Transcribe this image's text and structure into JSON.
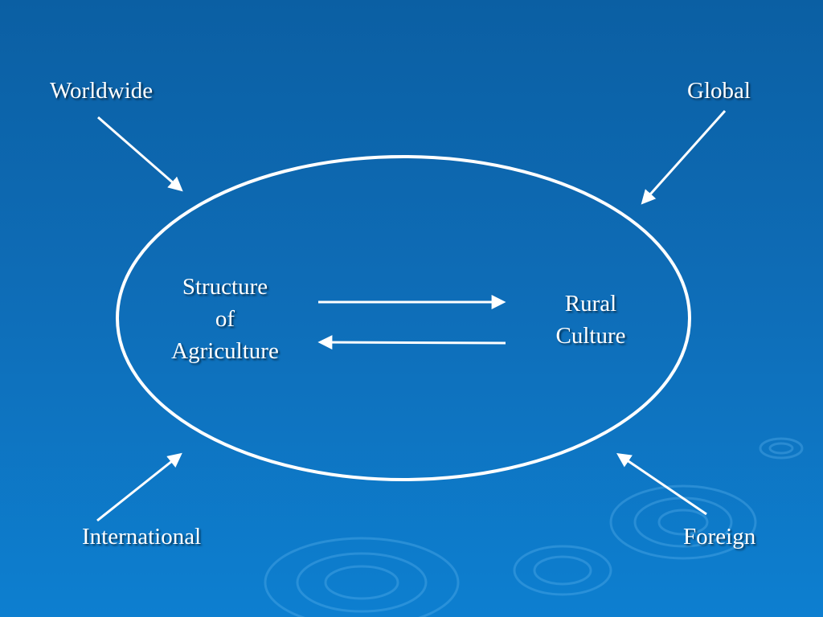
{
  "diagram": {
    "corner_labels": {
      "worldwide": "Worldwide",
      "global": "Global",
      "international": "International",
      "foreign": "Foreign"
    },
    "nodes": {
      "structure": [
        "Structure",
        "of",
        "Agriculture"
      ],
      "rural": [
        "Rural",
        "Culture"
      ]
    }
  },
  "colors": {
    "background_top": "#0b5fa3",
    "background_bottom": "#0d7fd0",
    "foreground": "#ffffff"
  }
}
